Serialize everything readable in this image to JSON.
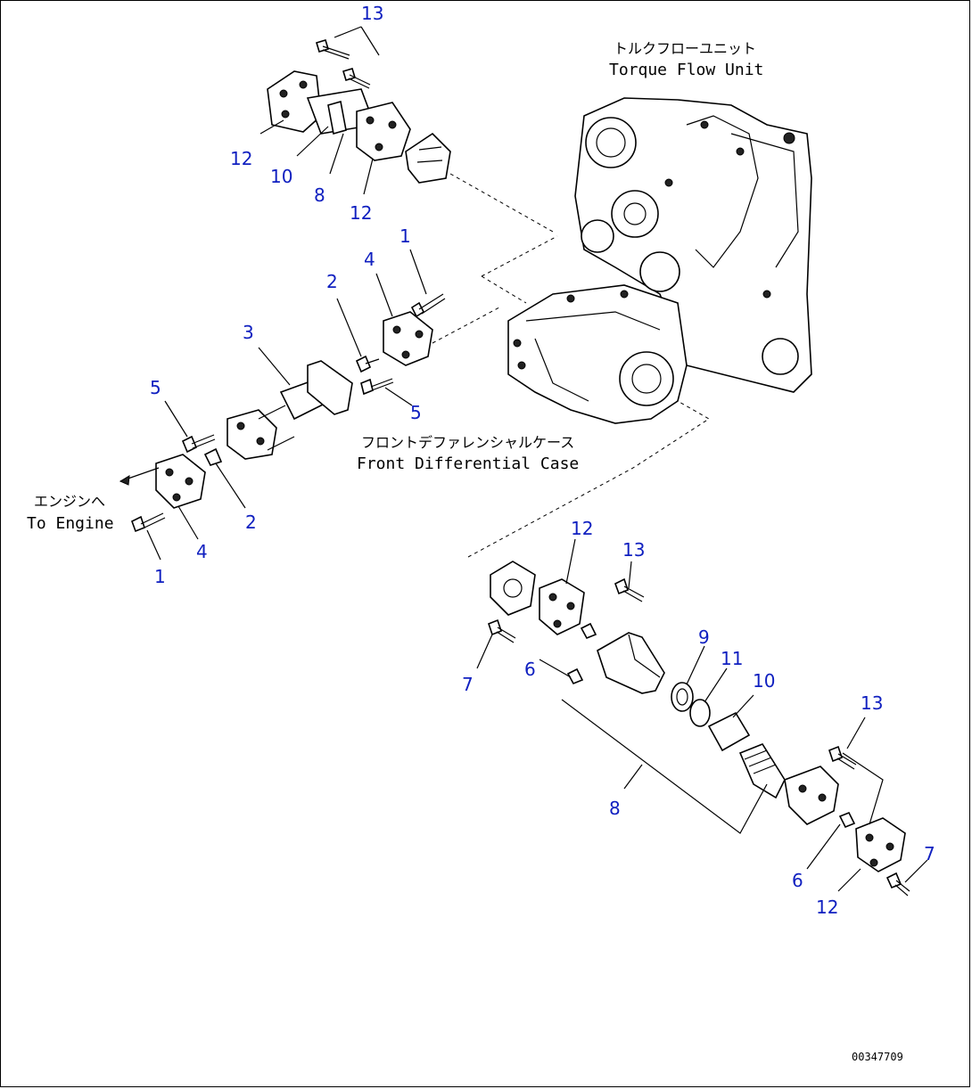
{
  "diagram": {
    "labels": {
      "torque_flow_jp": "トルクフローユニット",
      "torque_flow_en": "Torque Flow Unit",
      "front_diff_jp": "フロントデファレンシャルケース",
      "front_diff_en": "Front Differential Case",
      "to_engine_jp": "エンジンへ",
      "to_engine_en": "To Engine"
    },
    "callouts": {
      "c13a": "13",
      "c12a": "12",
      "c10a": "10",
      "c8a": "8",
      "c12b": "12",
      "c1a": "1",
      "c4a": "4",
      "c2a": "2",
      "c3": "3",
      "c5a": "5",
      "c5b": "5",
      "c2b": "2",
      "c4b": "4",
      "c1b": "1",
      "c12c": "12",
      "c13b": "13",
      "c9": "9",
      "c11": "11",
      "c10b": "10",
      "c7a": "7",
      "c6a": "6",
      "c8b": "8",
      "c13c": "13",
      "c6b": "6",
      "c12d": "12",
      "c7b": "7"
    },
    "drawing_code": "00347709",
    "colors": {
      "callout": "#1020c0",
      "line": "#000000"
    }
  }
}
